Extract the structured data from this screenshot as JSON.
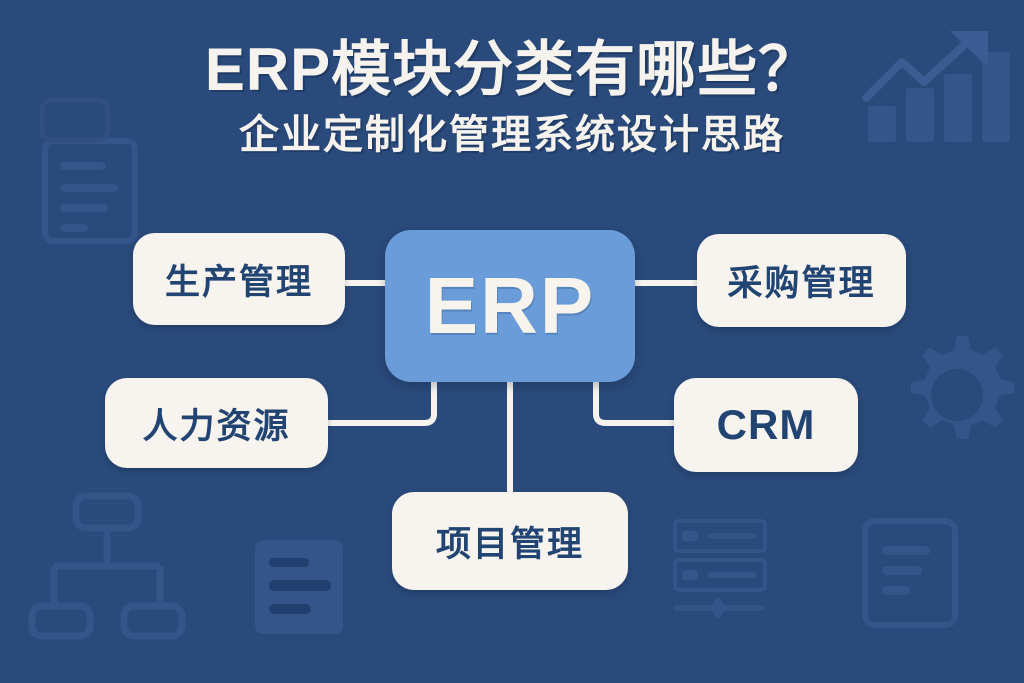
{
  "poster": {
    "title": "ERP模块分类有哪些？",
    "subtitle": "企业定制化管理系统设计思路",
    "colors": {
      "background": "#2a4a7b",
      "card_background": "#f7f4ef",
      "card_text": "#214472",
      "center_node": "#6a9cd9",
      "center_node_text": "#f7f4ee",
      "connector": "#f7f4ef",
      "decor_icon": "#34548a"
    }
  },
  "diagram": {
    "type": "mind-map",
    "center": {
      "label": "ERP"
    },
    "nodes": [
      {
        "id": "production",
        "label": "生产管理",
        "side": "left-top"
      },
      {
        "id": "hr",
        "label": "人力资源",
        "side": "left-bottom"
      },
      {
        "id": "purchase",
        "label": "采购管理",
        "side": "right-top"
      },
      {
        "id": "crm",
        "label": "CRM",
        "side": "right-bottom"
      },
      {
        "id": "project",
        "label": "项目管理",
        "side": "bottom-center"
      }
    ]
  },
  "decor_icons": [
    {
      "name": "growth-bar-chart-icon",
      "position": "top-right"
    },
    {
      "name": "document-lines-icon",
      "position": "left-upper"
    },
    {
      "name": "org-chart-icon",
      "position": "bottom-left"
    },
    {
      "name": "document-filled-icon",
      "position": "bottom-left-center"
    },
    {
      "name": "settings-list-icon",
      "position": "bottom-right-center"
    },
    {
      "name": "document-outline-icon",
      "position": "bottom-right"
    }
  ]
}
